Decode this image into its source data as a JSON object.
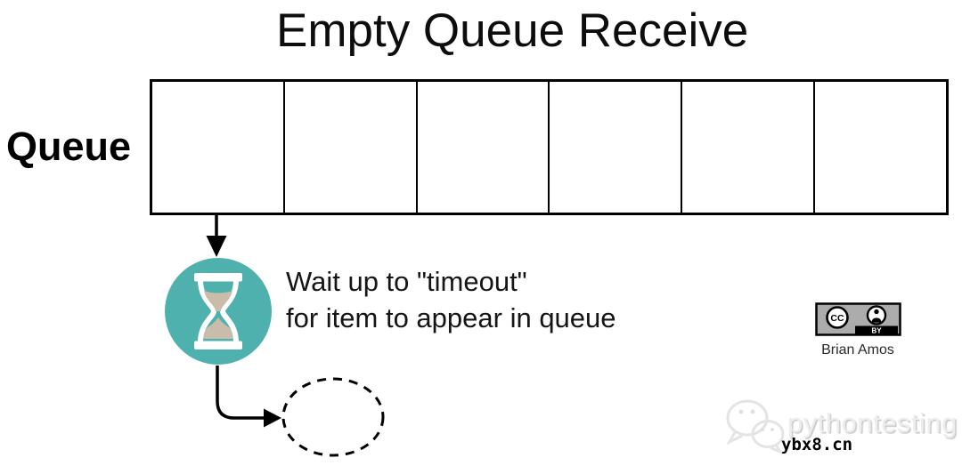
{
  "title": "Empty Queue Receive",
  "queue": {
    "label": "Queue",
    "cell_count": 6,
    "cells": [
      "",
      "",
      "",
      "",
      "",
      ""
    ]
  },
  "annotation": {
    "line1": "Wait up to \"timeout\"",
    "line2": "for item to appear in queue"
  },
  "wait_icon": {
    "name": "hourglass-icon",
    "circle_color": "#4FB1AD",
    "sand_color": "#C9BCAB",
    "glass_color": "#FFFFFF"
  },
  "license": {
    "cc_label": "CC",
    "by_label": "BY",
    "author": "Brian Amos",
    "badge_gray": "#ACACAC"
  },
  "watermark": {
    "brand": "pythontesting",
    "site": "ybx8.cn",
    "icon": "wechat-icon"
  },
  "colors": {
    "ink": "#000000",
    "background": "#FFFFFF"
  }
}
